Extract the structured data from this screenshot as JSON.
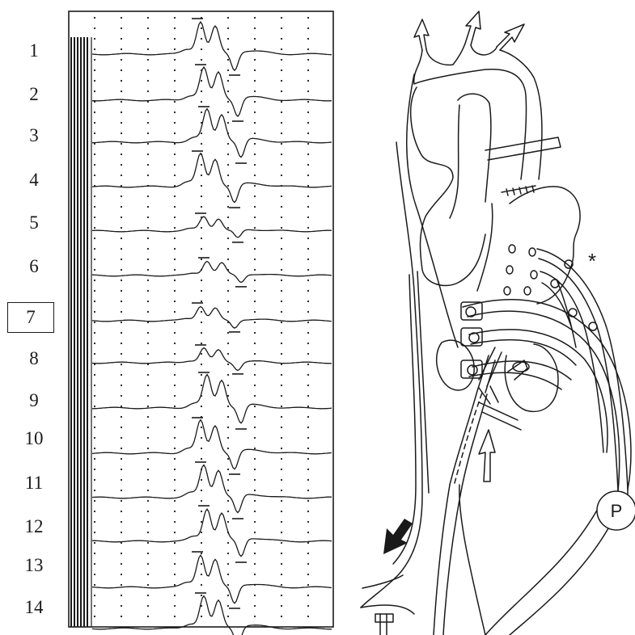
{
  "leads": [
    "1",
    "2",
    "3",
    "4",
    "5",
    "6",
    "7",
    "8",
    "9",
    "10",
    "11",
    "12",
    "13",
    "14"
  ],
  "highlighted_lead": "7",
  "pump_label": "P",
  "asterisk": "*",
  "colors": {
    "ink": "#1a1a1a",
    "paper": "#ffffff"
  }
}
